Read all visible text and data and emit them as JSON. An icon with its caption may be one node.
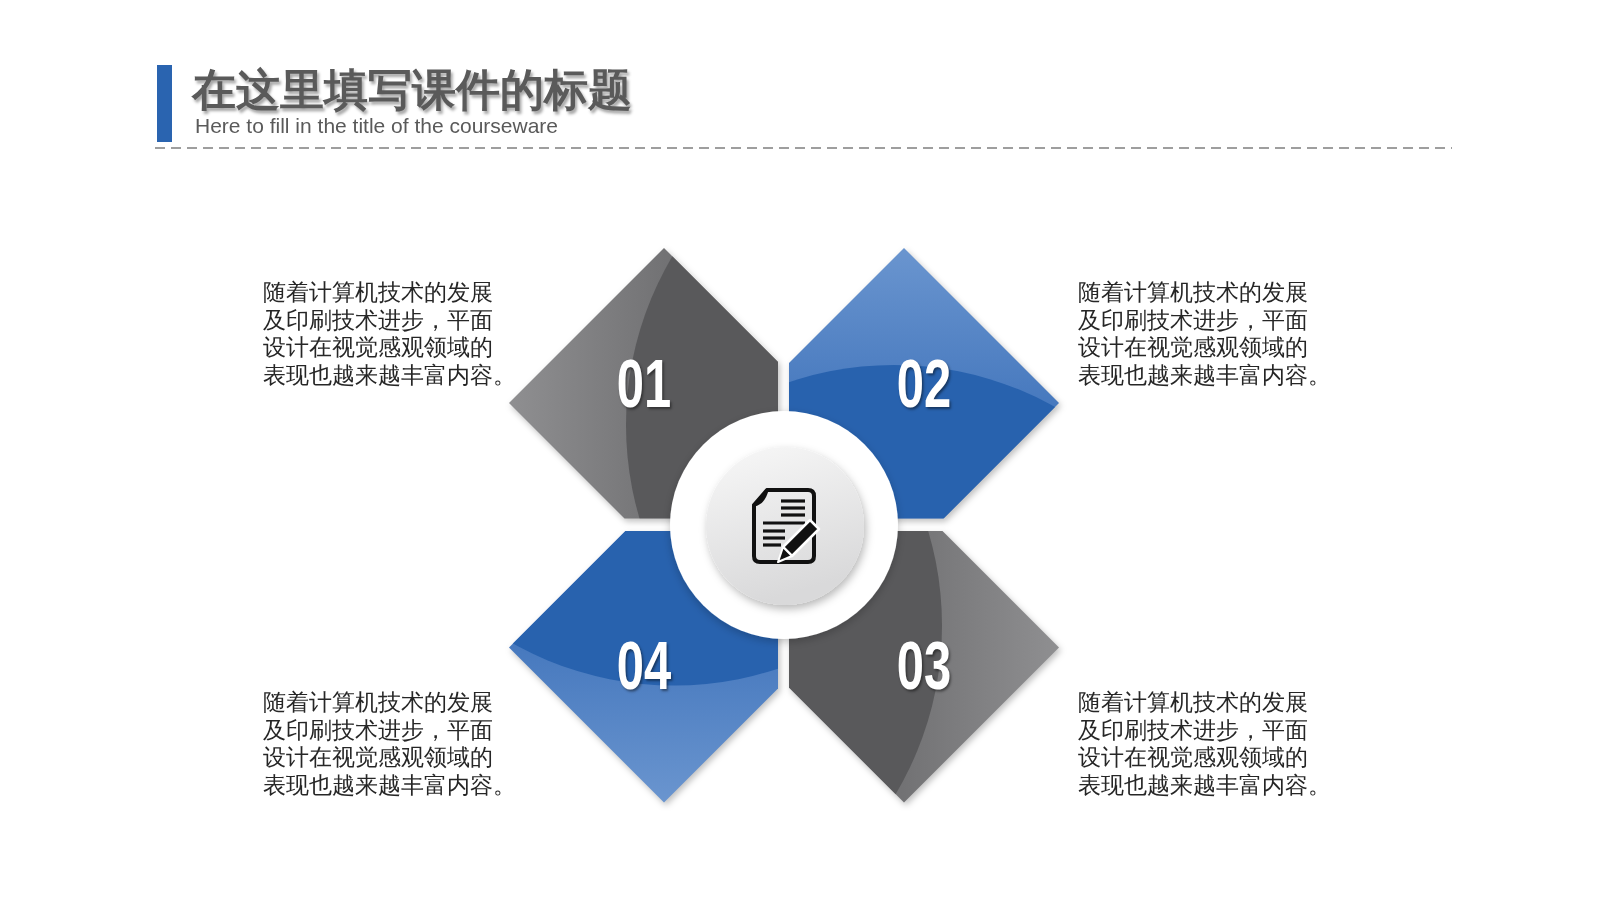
{
  "diagram": {
    "title": "在这里填写课件的标题",
    "nodes": [
      {
        "text": [
          "01"
        ],
        "beside": [
          "随着计算机技术的发展及印刷技术进步，平面设计在视觉感观领域的表现也越来越丰富内容。"
        ]
      },
      {
        "text": [
          "02"
        ],
        "beside": [
          "随着计算机技术的发展及印刷技术进步，平面设计在视觉感观领域的表现也越来越丰富内容。"
        ]
      },
      {
        "text": [],
        "shape": "circle"
      },
      {
        "text": [
          "04"
        ],
        "beside": [
          "随着计算机技术的发展及印刷技术进步，平面设计在视觉感观领域的表现也越来越丰富内容。"
        ]
      },
      {
        "text": [
          "03"
        ]
      }
    ],
    "labels": [
      "Here to fill in the title of the courseware",
      "随着计算机技术的发展及印刷技术进步，平面设计在视觉感观领域的表现也越来越丰富内容。"
    ]
  }
}
